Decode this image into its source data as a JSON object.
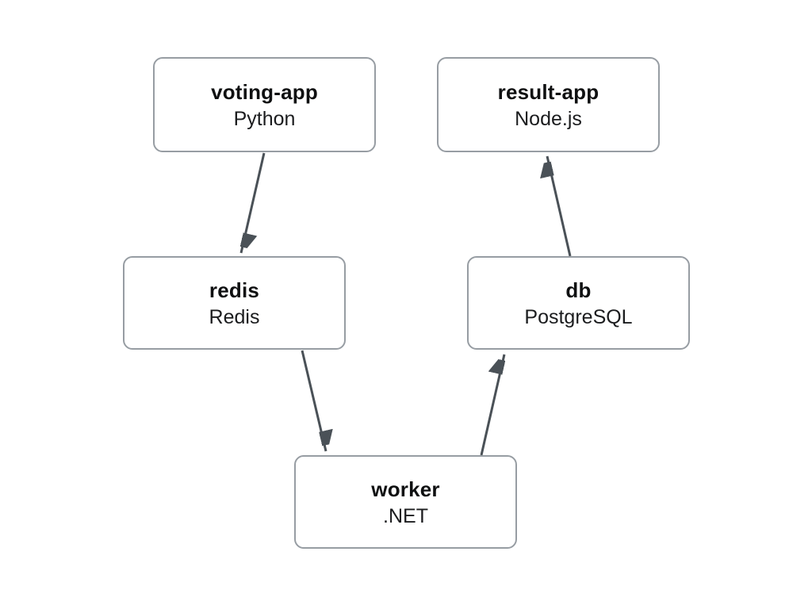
{
  "diagram": {
    "nodes": [
      {
        "id": "voting-app",
        "name": "voting-app",
        "tech": "Python"
      },
      {
        "id": "result-app",
        "name": "result-app",
        "tech": "Node.js"
      },
      {
        "id": "redis",
        "name": "redis",
        "tech": "Redis"
      },
      {
        "id": "db",
        "name": "db",
        "tech": "PostgreSQL"
      },
      {
        "id": "worker",
        "name": "worker",
        "tech": ".NET"
      }
    ],
    "edges": [
      {
        "from": "voting-app",
        "to": "redis"
      },
      {
        "from": "redis",
        "to": "worker"
      },
      {
        "from": "worker",
        "to": "db"
      },
      {
        "from": "db",
        "to": "result-app"
      }
    ],
    "colors": {
      "background": "#ffffff",
      "node_border": "#979da3",
      "arrow": "#4a5157",
      "text": "#0f1011"
    }
  }
}
